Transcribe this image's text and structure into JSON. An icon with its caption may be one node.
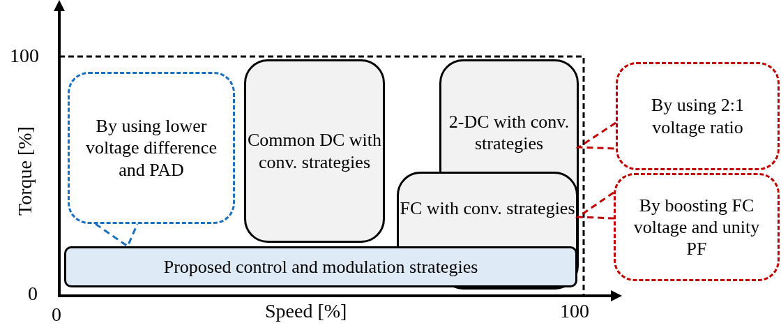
{
  "diagram": {
    "nodes": [
      {
        "text": [
          "Common DC with conv. strategies"
        ]
      },
      {
        "text": [
          "2-DC with conv. strategies"
        ]
      },
      {
        "text": [
          "By using lower voltage difference and PAD"
        ]
      },
      {
        "text": [
          "By using 2:1 voltage ratio"
        ]
      },
      {
        "text": [
          "FC with conv. strategies"
        ]
      },
      {
        "text": [
          "By boosting FC voltage and unity PF"
        ]
      },
      {
        "text": [
          "Proposed control and modulation strategies"
        ]
      }
    ],
    "edges": [
      {
        "from": 2,
        "to": 6,
        "arrow": "none",
        "style": "dashed",
        "color": "#1a70c0"
      },
      {
        "from": 3,
        "to": 1,
        "arrow": "none",
        "style": "dashed",
        "color": "#c00000"
      },
      {
        "from": 5,
        "to": 4,
        "arrow": "none",
        "style": "dashed",
        "color": "#c00000"
      }
    ],
    "labels": [
      "100",
      "Torque [%]",
      "0",
      "0",
      "Speed [%]",
      "100"
    ]
  }
}
